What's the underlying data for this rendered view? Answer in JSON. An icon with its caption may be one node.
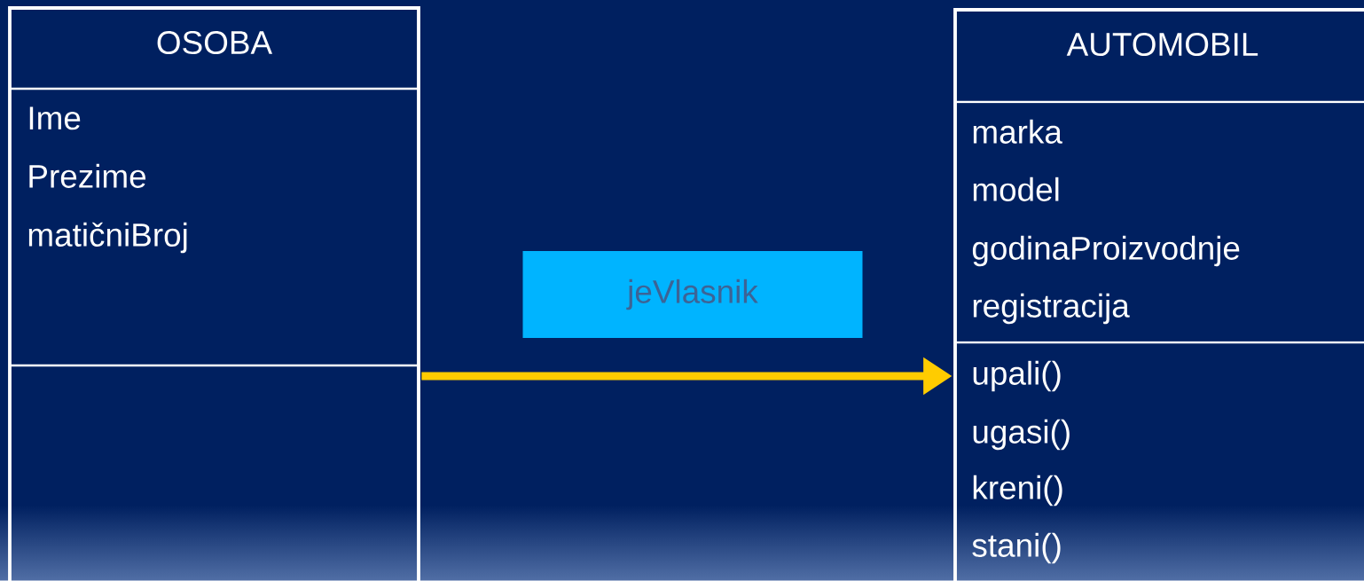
{
  "diagram": {
    "nodes": [
      {
        "text": [
          "OSOBA",
          "Ime",
          "Prezime",
          "matičniBroj"
        ]
      },
      {
        "text": [
          "jeVlasnik"
        ]
      },
      {
        "text": [
          "AUTOMOBIL",
          "marka",
          "model",
          "godinaProizvodnje",
          "registracija",
          "upali()",
          "ugasi()",
          "kreni()",
          "stani()"
        ]
      }
    ],
    "edges": [
      {
        "from": 0,
        "to": 2,
        "arrow": "to",
        "color": "#ffcc00"
      }
    ]
  }
}
